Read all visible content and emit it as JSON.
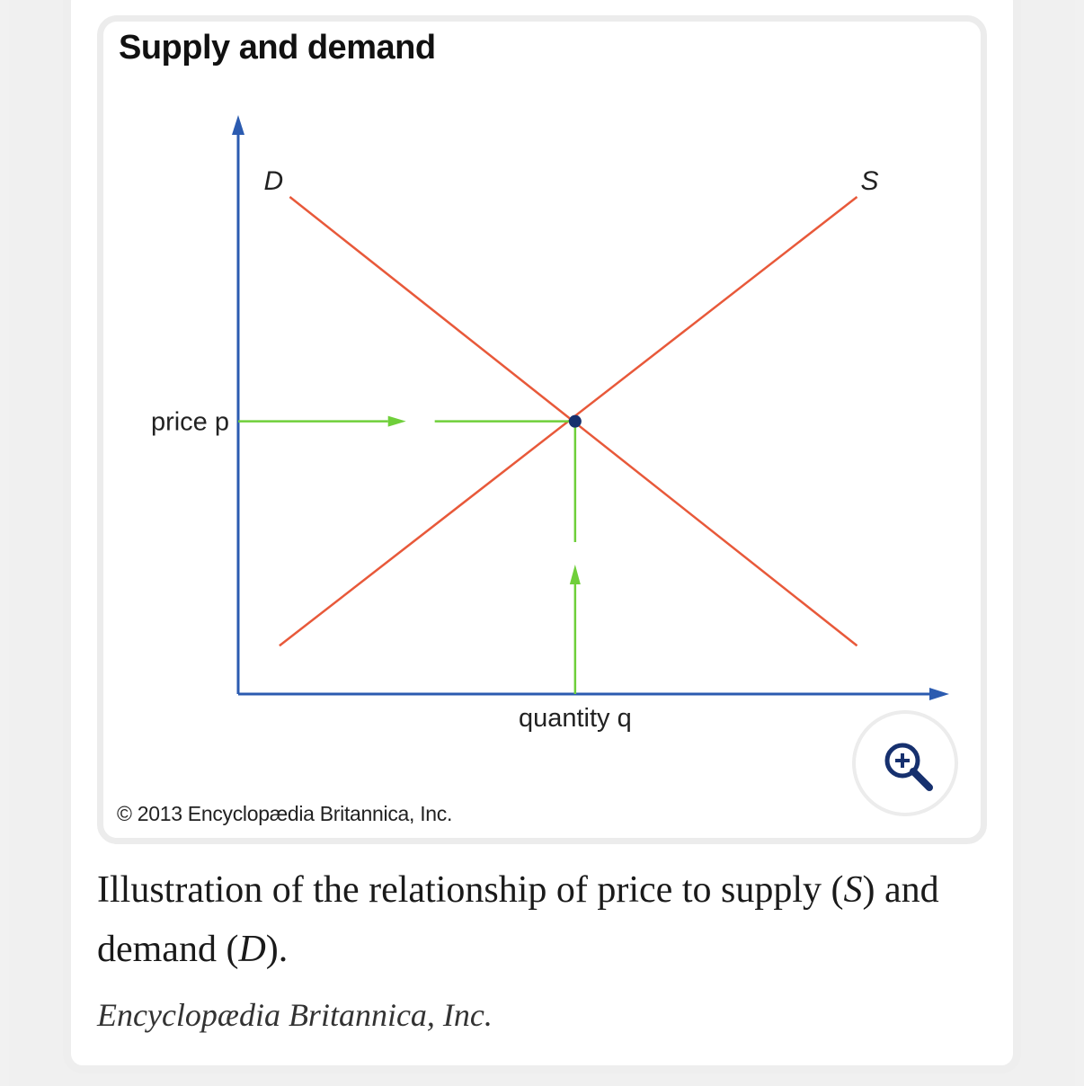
{
  "figure": {
    "title": "Supply and demand",
    "copyright": "© 2013 Encyclopædia Britannica, Inc."
  },
  "caption": {
    "text_before_s": "Illustration of the relationship of price to supply (",
    "s_label": "S",
    "text_between": ") and demand (",
    "d_label": "D",
    "text_after_d": ")."
  },
  "credit": "Encyclopædia Britannica, Inc.",
  "zoom_button": {
    "icon": "zoom-in-icon"
  },
  "colors": {
    "axis": "#2b5bb0",
    "curve": "#e8593a",
    "guide": "#6fcf3a",
    "equilibrium_point": "#16306e",
    "zoom_icon": "#16306e"
  },
  "chart_data": {
    "type": "line",
    "title": "Supply and demand",
    "xlabel": "quantity q",
    "ylabel": "price p",
    "grid": false,
    "legend": "none",
    "xlim": [
      0,
      10
    ],
    "ylim": [
      0,
      10
    ],
    "series": [
      {
        "name": "D",
        "points": [
          [
            0.75,
            8.75
          ],
          [
            9.0,
            0.85
          ]
        ]
      },
      {
        "name": "S",
        "points": [
          [
            0.6,
            0.85
          ],
          [
            9.0,
            8.75
          ]
        ]
      }
    ],
    "equilibrium": {
      "x": 4.9,
      "y": 4.8
    },
    "guides": [
      {
        "type": "horizontal",
        "label": "price p",
        "at": 4.8,
        "arrow": "right"
      },
      {
        "type": "vertical",
        "label": "quantity q",
        "at": 4.9,
        "arrow": "up"
      }
    ]
  }
}
